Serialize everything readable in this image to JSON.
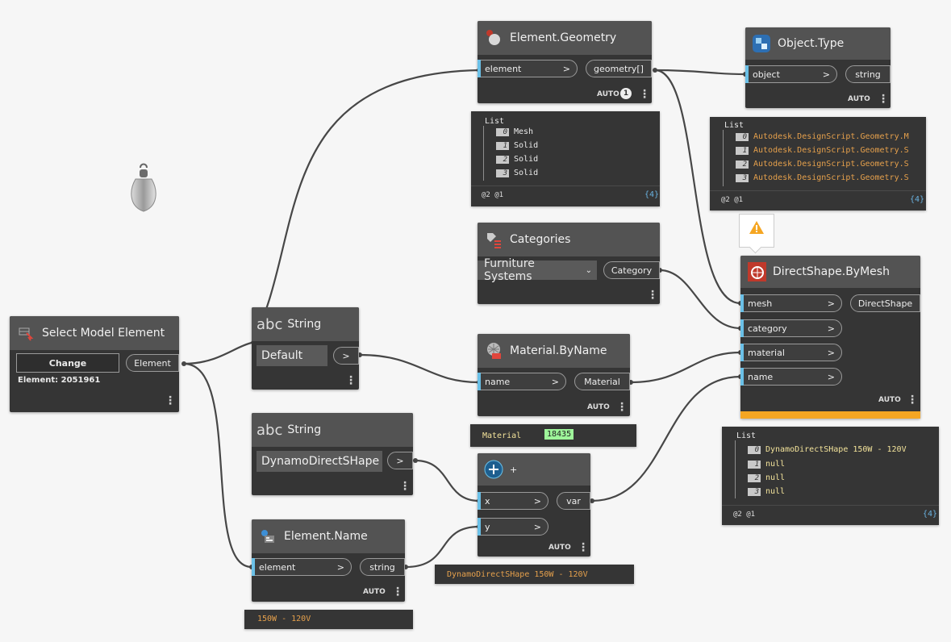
{
  "nodes": {
    "select_model_element": {
      "title": "Select Model Element",
      "button": "Change",
      "output": "Element",
      "info": "Element: 2051961"
    },
    "string1": {
      "title": "String",
      "abc": "abc",
      "value": "Default",
      "output": ">"
    },
    "string2": {
      "title": "String",
      "abc": "abc",
      "value": "DynamoDirectSHape",
      "output": ">"
    },
    "element_geometry": {
      "title": "Element.Geometry",
      "input": "element",
      "output": "geometry[]",
      "lacing": "AUTO",
      "badge": "1"
    },
    "object_type": {
      "title": "Object.Type",
      "input": "object",
      "output": "string",
      "lacing": "AUTO"
    },
    "categories": {
      "title": "Categories",
      "selected": "Furniture Systems",
      "output": "Category"
    },
    "material_byname": {
      "title": "Material.ByName",
      "input": "name",
      "output": "Material",
      "lacing": "AUTO"
    },
    "directshape_bymesh": {
      "title": "DirectShape.ByMesh",
      "inputs": [
        "mesh",
        "category",
        "material",
        "name"
      ],
      "output": "DirectShape",
      "lacing": "AUTO",
      "warning_color": "#f5a623"
    },
    "add": {
      "title": "+",
      "inputs": [
        "x",
        "y"
      ],
      "output": "var",
      "lacing": "AUTO"
    },
    "element_name": {
      "title": "Element.Name",
      "input": "element",
      "output": "string",
      "lacing": "AUTO"
    }
  },
  "previews": {
    "geometry_list": {
      "title": "List",
      "items": [
        {
          "i": "0",
          "v": "Mesh"
        },
        {
          "i": "1",
          "v": "Solid"
        },
        {
          "i": "2",
          "v": "Solid"
        },
        {
          "i": "3",
          "v": "Solid"
        }
      ],
      "levels": "@2 @1",
      "count": "{4}"
    },
    "type_list": {
      "title": "List",
      "items": [
        {
          "i": "0",
          "v": "Autodesk.DesignScript.Geometry.M"
        },
        {
          "i": "1",
          "v": "Autodesk.DesignScript.Geometry.S"
        },
        {
          "i": "2",
          "v": "Autodesk.DesignScript.Geometry.S"
        },
        {
          "i": "3",
          "v": "Autodesk.DesignScript.Geometry.S"
        }
      ],
      "levels": "@2 @1",
      "count": "{4}"
    },
    "material": {
      "label": "Material",
      "value": "18435"
    },
    "directshape_list": {
      "title": "List",
      "items": [
        {
          "i": "0",
          "v": "DynamoDirectSHape 150W - 120V"
        },
        {
          "i": "1",
          "v": "null"
        },
        {
          "i": "2",
          "v": "null"
        },
        {
          "i": "3",
          "v": "null"
        }
      ],
      "levels": "@2 @1",
      "count": "{4}"
    },
    "add_result": {
      "value": "DynamoDirectSHape 150W - 120V"
    },
    "name_result": {
      "value": "150W - 120V"
    }
  },
  "port_arrow": ">",
  "more_menu": "⋮",
  "colors": {
    "canvas": "#f6f6f6",
    "node_body": "#353535",
    "node_header": "#535353",
    "port_accent": "#6ac0e7",
    "warning": "#f5a623"
  }
}
